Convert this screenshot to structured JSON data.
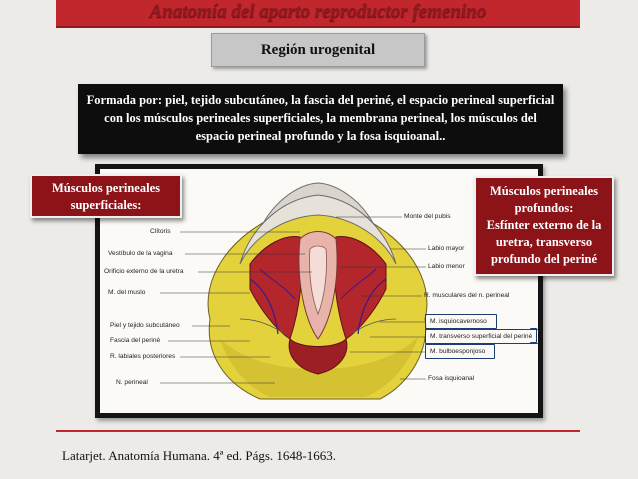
{
  "header": {
    "title": "Anatomía del aparto reproductor femenino",
    "subtitle": "Región urogenital"
  },
  "definition": {
    "text": "Formada por:  piel, tejido subcutáneo, la fascia del periné, el espacio perineal superficial con los músculos perineales superficiales, la membrana perineal, los músculos del espacio perineal profundo y la fosa isquioanal.."
  },
  "left_callout": {
    "line1": "Músculos perineales",
    "line2": "superficiales:"
  },
  "right_callout": {
    "line1": "Músculos perineales",
    "line2": "profundos:",
    "line3": "Esfínter externo de la",
    "line4": "uretra, transverso",
    "line5": "profundo del periné"
  },
  "figure": {
    "labels_left": {
      "clitoris": "Clítoris",
      "vestibulo": "Vestíbulo de la vagina",
      "orificio": "Orificio externo de la uretra",
      "m_muslo": "M. del muslo",
      "piel": "Piel y tejido subcutáneo",
      "fascia": "Fascia del periné",
      "r_labiales": "R. labiales posteriores",
      "n_perineal": "N. perineal"
    },
    "labels_right": {
      "monte": "Monte del pubis",
      "labio_mayor": "Labio mayor",
      "labio_menor": "Labio menor",
      "r_musculares": "R. musculares del n. perineal",
      "isquiocavernoso": "M. isquiocavernoso",
      "transverso": "M. transverso superficial del periné",
      "bulboesponjoso": "M. bulboesponjoso",
      "fosa": "Fosa isquioanal"
    }
  },
  "footer": {
    "citation": "Latarjet. Anatomía Humana. 4ª ed. Págs. 1648-1663."
  },
  "colors": {
    "accent_red": "#c1272d",
    "callout_red": "#8c1318",
    "definition_bg": "#0d0d0d",
    "label_box_blue": "#1f3d70",
    "fat_yellow": "#e4d23c",
    "muscle_red": "#b3262c"
  }
}
